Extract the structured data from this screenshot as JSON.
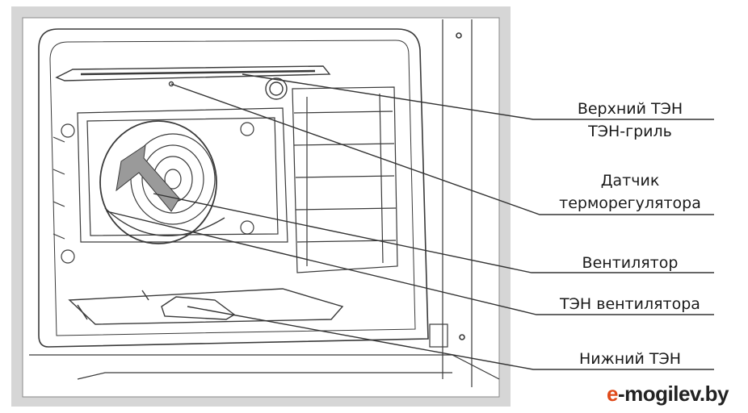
{
  "labels": {
    "upper_heater": "Верхний ТЭН",
    "grill_heater": "ТЭН-гриль",
    "sensor_line1": "Датчик",
    "sensor_line2": "терморегулятора",
    "fan": "Вентилятор",
    "fan_heater": "ТЭН вентилятора",
    "lower_heater": "Нижний ТЭН"
  },
  "watermark": {
    "prefix": "e",
    "rest": "-mogilev.by",
    "prefix_color": "#e04a1a"
  },
  "colors": {
    "frame": "#d6d6d6",
    "line": "#333333"
  }
}
